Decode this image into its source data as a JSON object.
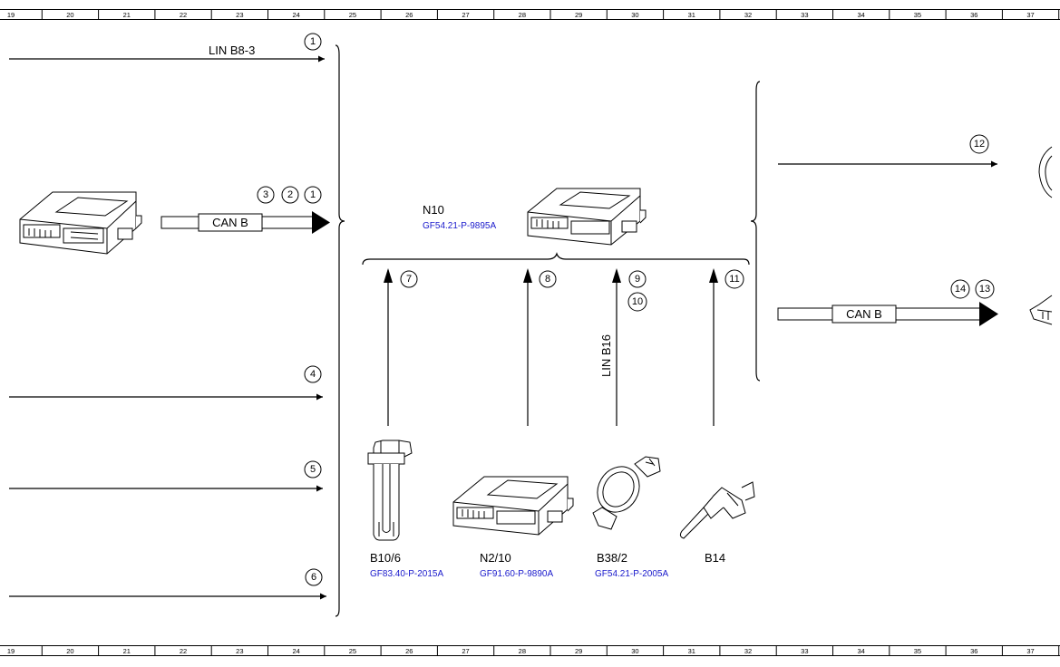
{
  "ruler": {
    "labels": [
      "19",
      "20",
      "21",
      "22",
      "23",
      "24",
      "25",
      "26",
      "27",
      "28",
      "29",
      "30",
      "31",
      "32",
      "33",
      "34",
      "35",
      "36",
      "37"
    ]
  },
  "buses": {
    "lin_b8_3": "LIN B8-3",
    "can_b_left": "CAN B",
    "can_b_right": "CAN B",
    "lin_b16": "LIN B16"
  },
  "components": {
    "n10": {
      "label": "N10",
      "ref": "GF54.21-P-9895A"
    },
    "b10_6": {
      "label": "B10/6",
      "ref": "GF83.40-P-2015A"
    },
    "n2_10": {
      "label": "N2/10",
      "ref": "GF91.60-P-9890A"
    },
    "b38_2": {
      "label": "B38/2",
      "ref": "GF54.21-P-2005A"
    },
    "b14": {
      "label": "B14"
    }
  },
  "signals": {
    "s1_top": "1",
    "s3": "3",
    "s2": "2",
    "s1_can": "1",
    "s4": "4",
    "s5": "5",
    "s6": "6",
    "s7": "7",
    "s8": "8",
    "s9": "9",
    "s10": "10",
    "s11": "11",
    "s12": "12",
    "s14": "14",
    "s13": "13"
  }
}
